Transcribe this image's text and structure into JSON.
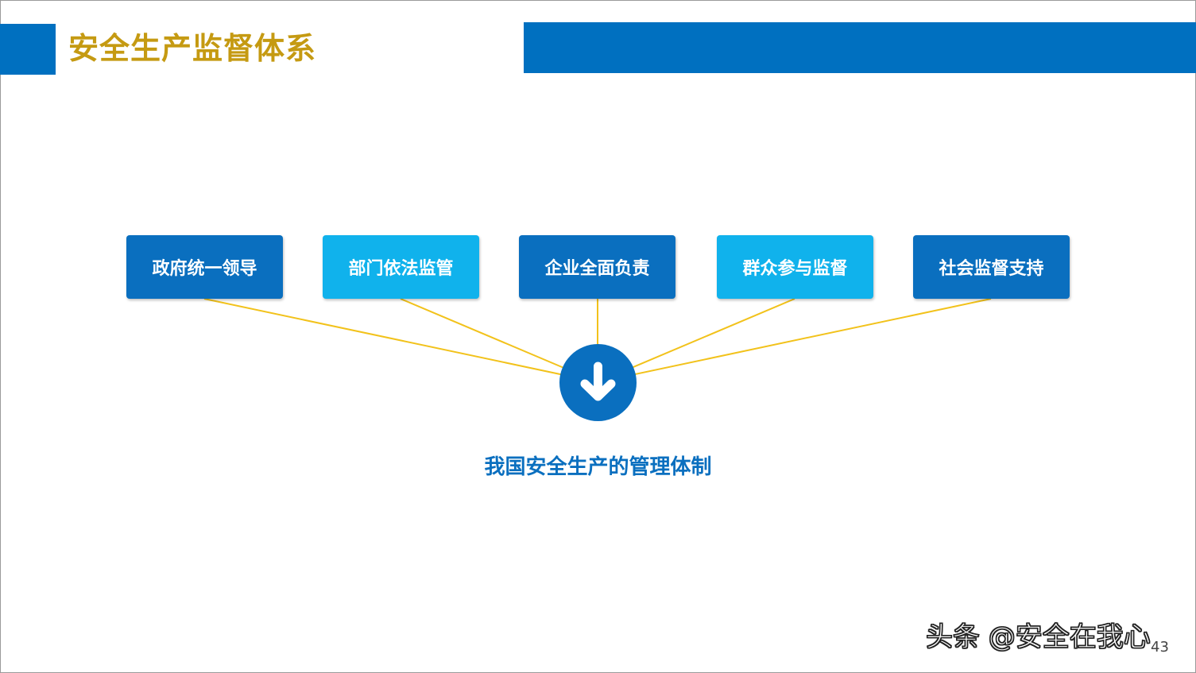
{
  "header": {
    "title": "安全生产监督体系",
    "accent_color": "#0070c0",
    "title_color": "#c59a12"
  },
  "diagram": {
    "nodes": [
      {
        "label": "政府统一领导",
        "style": "dark"
      },
      {
        "label": "部门依法监管",
        "style": "light"
      },
      {
        "label": "企业全面负责",
        "style": "dark"
      },
      {
        "label": "群众参与监督",
        "style": "light"
      },
      {
        "label": "社会监督支持",
        "style": "dark"
      }
    ],
    "hub_icon": "arrow-down-icon",
    "caption": "我国安全生产的管理体制",
    "connector_color": "#f2c21b",
    "dark_color": "#0a6fbf",
    "light_color": "#10b2ec"
  },
  "footer": {
    "watermark": "头条 @安全在我心",
    "page_number": "43"
  }
}
